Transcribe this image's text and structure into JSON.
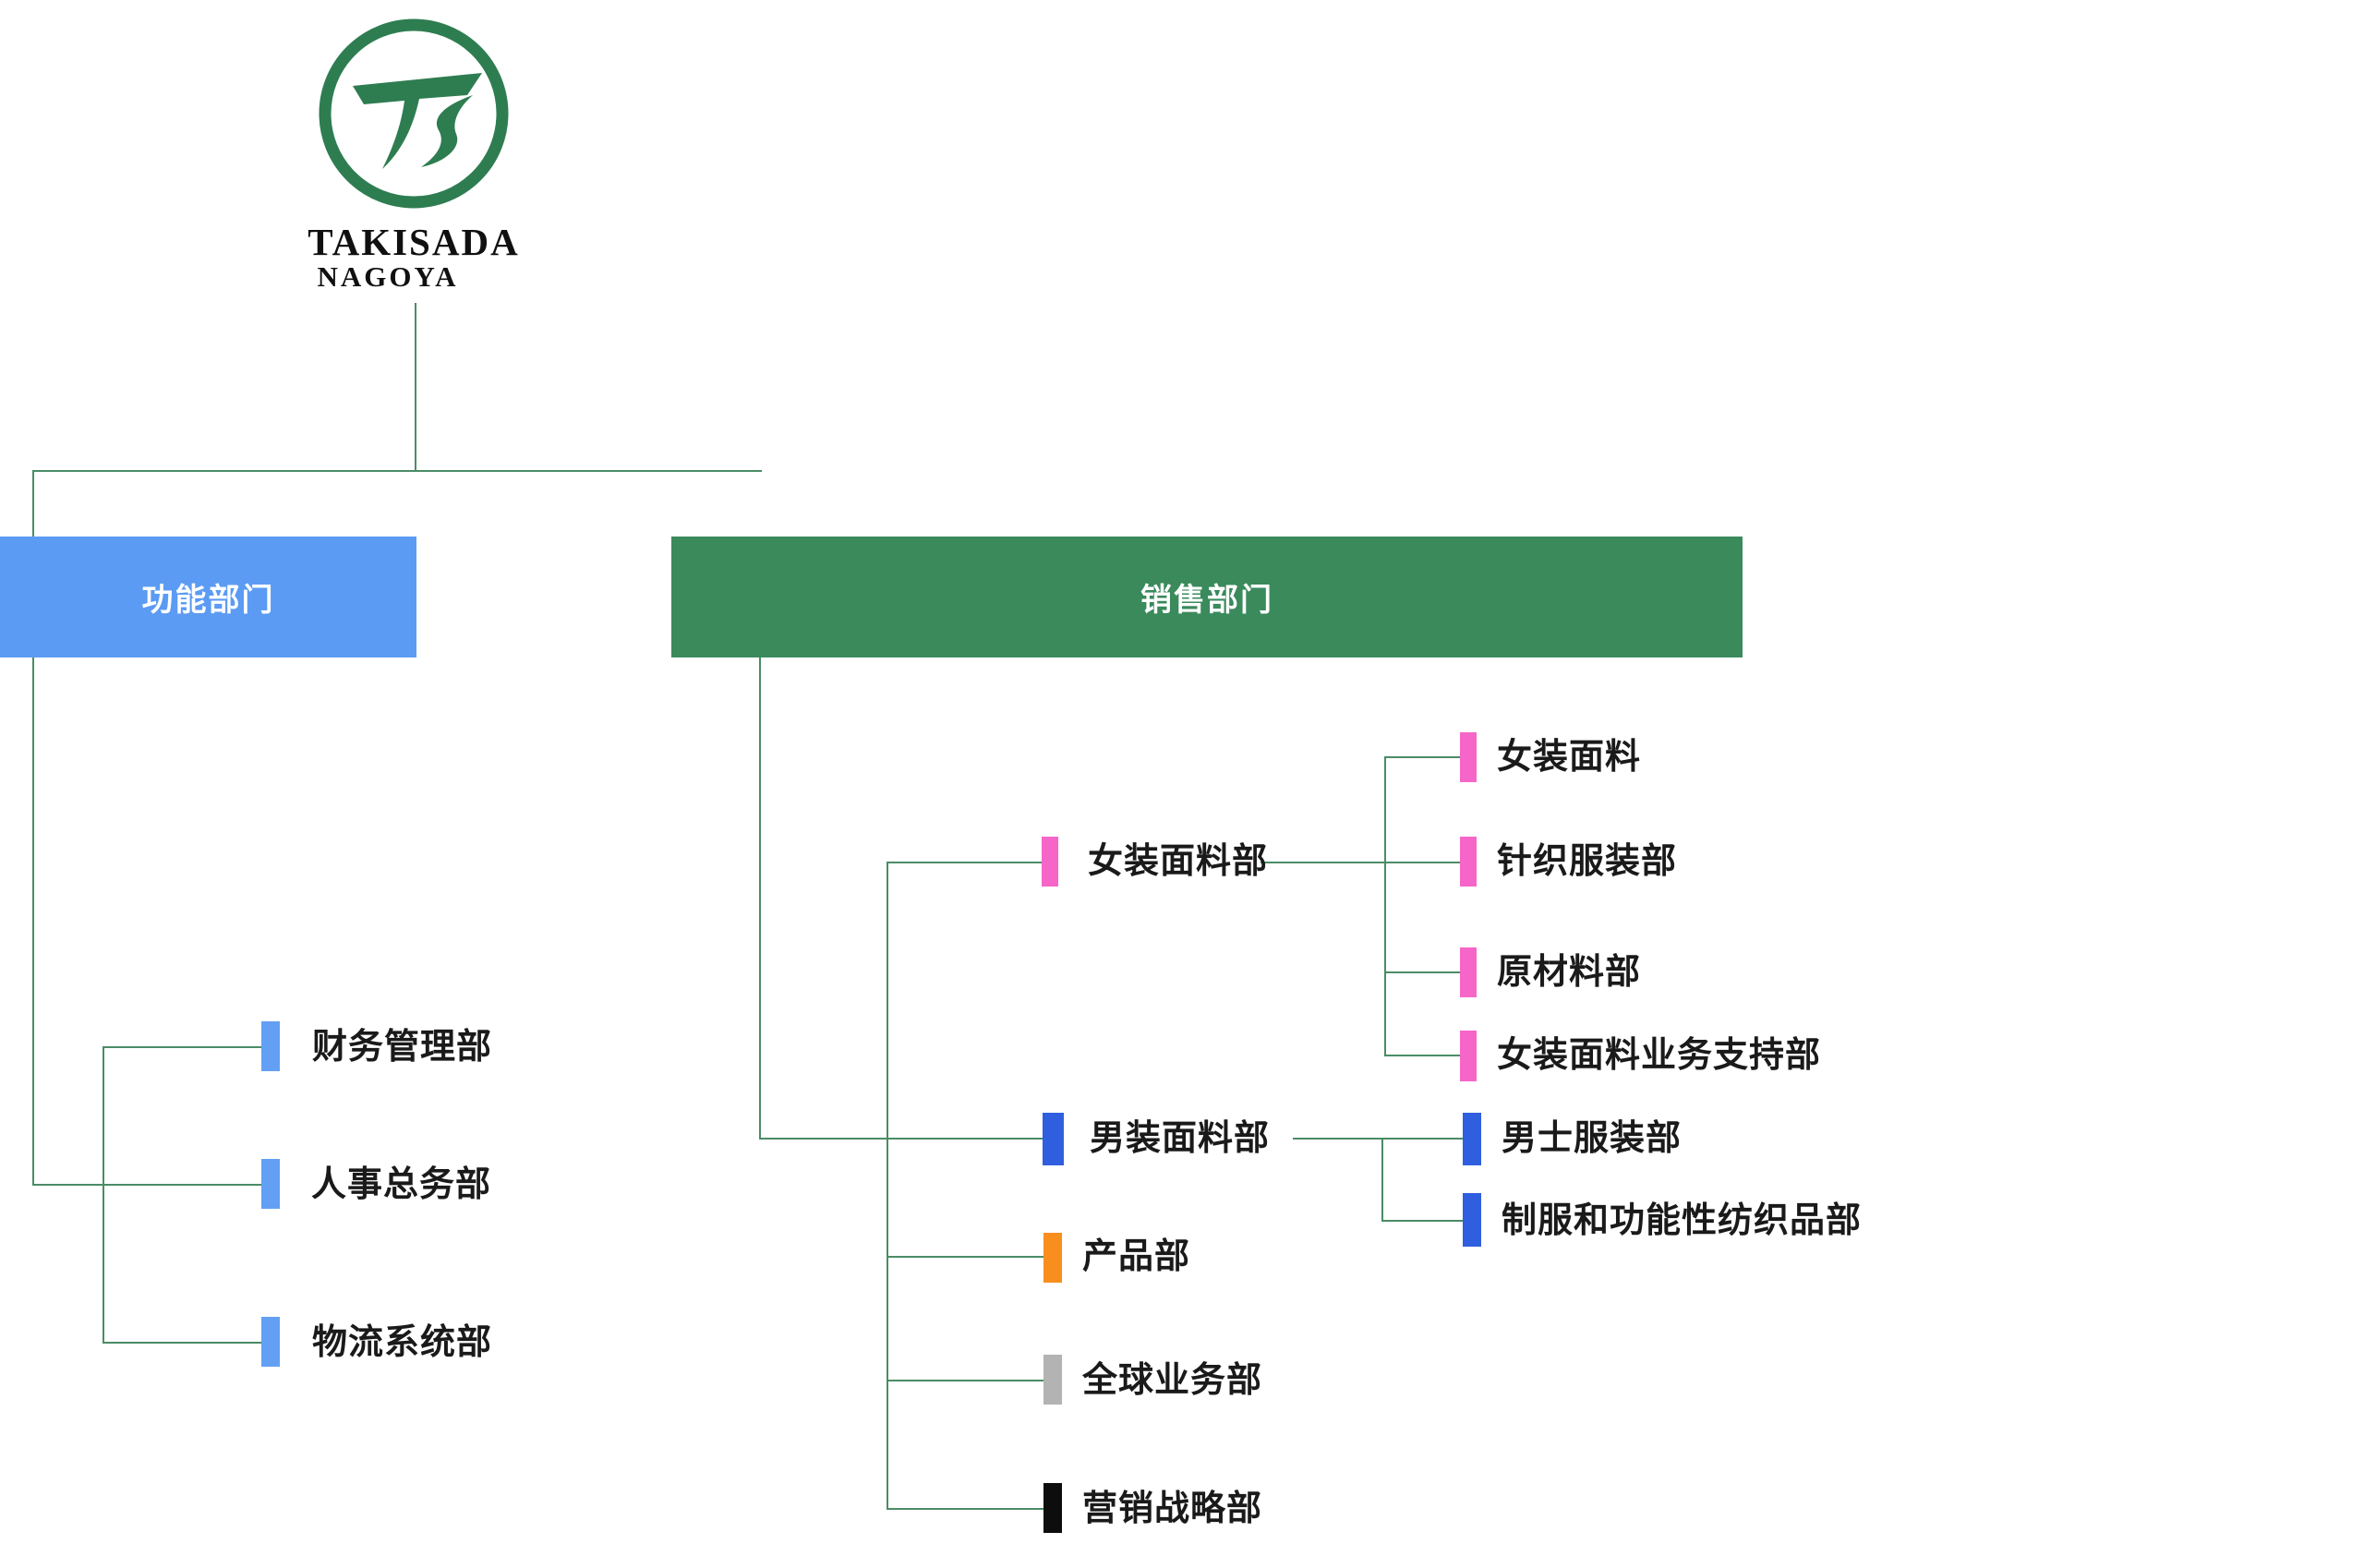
{
  "logo": {
    "monogram": "TS",
    "brand_line1": "TAKISADA",
    "brand_line2": "NAGOYA"
  },
  "colors": {
    "logo_green": "#2e7d51",
    "connector_line": "#4a8c66",
    "functional_box": "#5b9bf4",
    "sales_box": "#3a8a5c",
    "functional_marker": "#63a0f4",
    "womens_marker": "#f666c9",
    "mens_marker": "#2f5fde",
    "product_marker": "#f78e1e",
    "global_marker": "#b3b3b3",
    "marketing_marker": "#0d0d0d",
    "box_text": "#ffffff",
    "label_text": "#1a1a1a"
  },
  "labels": {
    "functional_title": "功能部门",
    "sales_title": "销售部门",
    "finance": "财务管理部",
    "hr_general": "人事总务部",
    "logistics": "物流系统部",
    "womens_fabric_dept": "女装面料部",
    "womens_fabric": "女装面料",
    "knit_apparel": "针织服装部",
    "raw_materials": "原材料部",
    "womens_support": "女装面料业务支持部",
    "mens_fabric_dept": "男装面料部",
    "mens_apparel": "男士服装部",
    "uniform_textiles": "制服和功能性纺织品部",
    "product": "产品部",
    "global_business": "全球业务部",
    "marketing_strategy": "营销战略部"
  },
  "tree": {
    "root": "TAKISADA NAGOYA",
    "branches": [
      {
        "label": "功能部门",
        "children": [
          "财务管理部",
          "人事总务部",
          "物流系统部"
        ]
      },
      {
        "label": "销售部门",
        "children": [
          {
            "label": "女装面料部",
            "children": [
              "女装面料",
              "针织服装部",
              "原材料部",
              "女装面料业务支持部"
            ]
          },
          {
            "label": "男装面料部",
            "children": [
              "男士服装部",
              "制服和功能性纺织品部"
            ]
          },
          {
            "label": "产品部",
            "children": []
          },
          {
            "label": "全球业务部",
            "children": []
          },
          {
            "label": "营销战略部",
            "children": []
          }
        ]
      }
    ]
  }
}
